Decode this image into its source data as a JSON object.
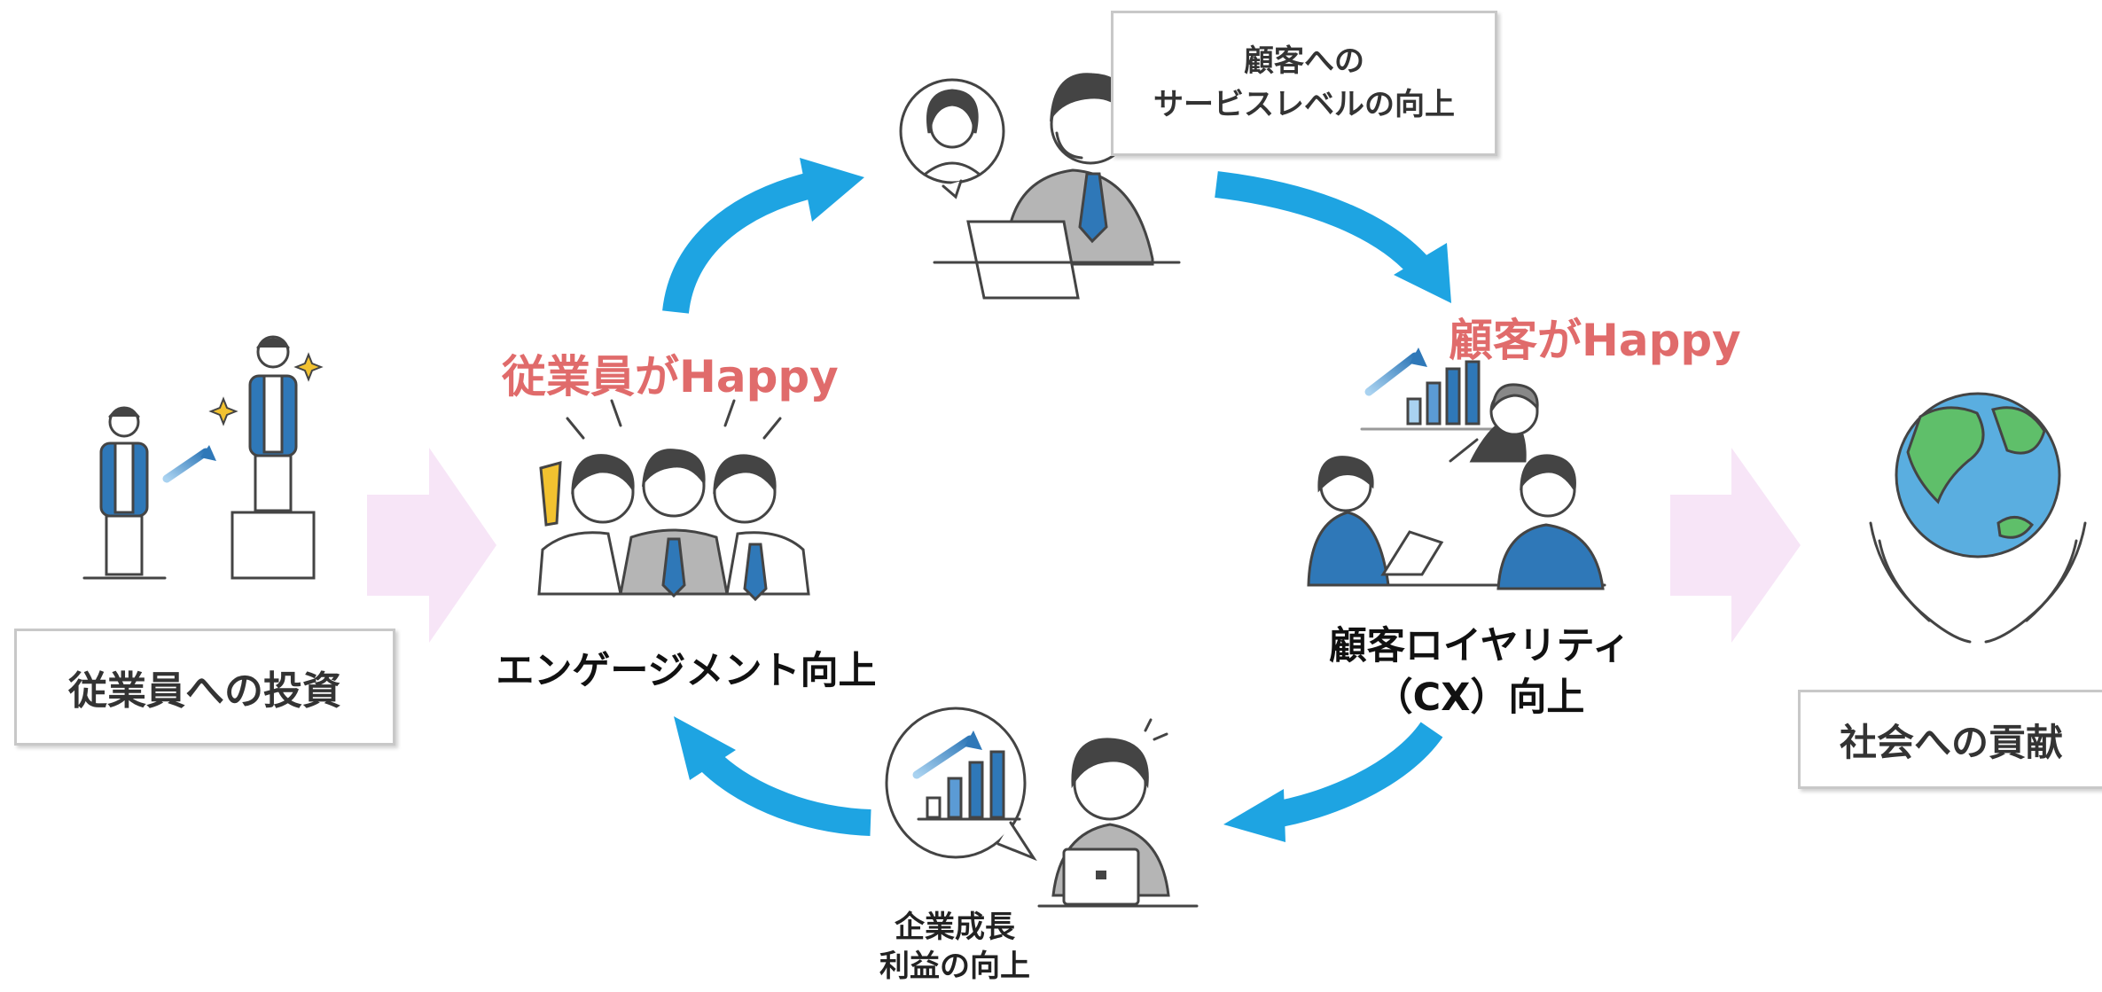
{
  "colors": {
    "arrow": "#1ea4e2",
    "big_arrow": "#f7e5f7",
    "happy_text": "#e06b6b",
    "blue": "#2f78b8"
  },
  "left": {
    "box_label": "従業員への投資"
  },
  "center": {
    "engagement_label": "エンゲージメント向上",
    "employee_happy": "従業員がHappy"
  },
  "top": {
    "box_label": "顧客への\nサービスレベルの向上"
  },
  "right": {
    "loyalty_label": "顧客ロイヤリティ\n（CX）向上",
    "customer_happy": "顧客がHappy"
  },
  "bottom": {
    "growth_label": "企業成長\n利益の向上"
  },
  "far_right": {
    "box_label": "社会への貢献"
  },
  "icons": [
    "investment-step-icon",
    "team-cheer-icon",
    "support-operator-icon",
    "client-meeting-icon",
    "business-growth-icon",
    "globe-hands-icon"
  ]
}
